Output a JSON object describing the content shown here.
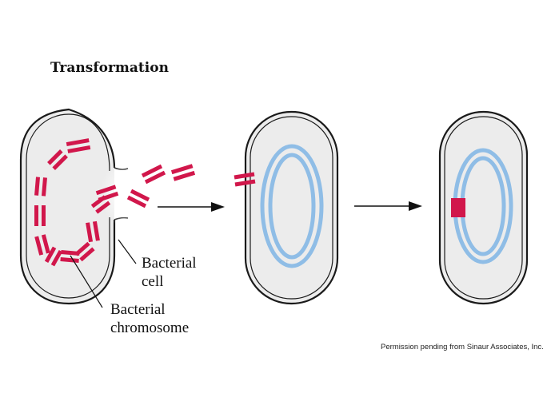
{
  "title": "Transformation",
  "labels": {
    "cell_line1": "Bacterial",
    "cell_line2": "cell",
    "chromosome_line1": "Bacterial",
    "chromosome_line2": "chromosome"
  },
  "credit": "Permission pending from Sinaur Associates, Inc.",
  "colors": {
    "dna_fragment": "#d1174b",
    "chromosome": "#8fbde6",
    "cell_fill": "#ececec",
    "outline": "#1a1a1a"
  }
}
